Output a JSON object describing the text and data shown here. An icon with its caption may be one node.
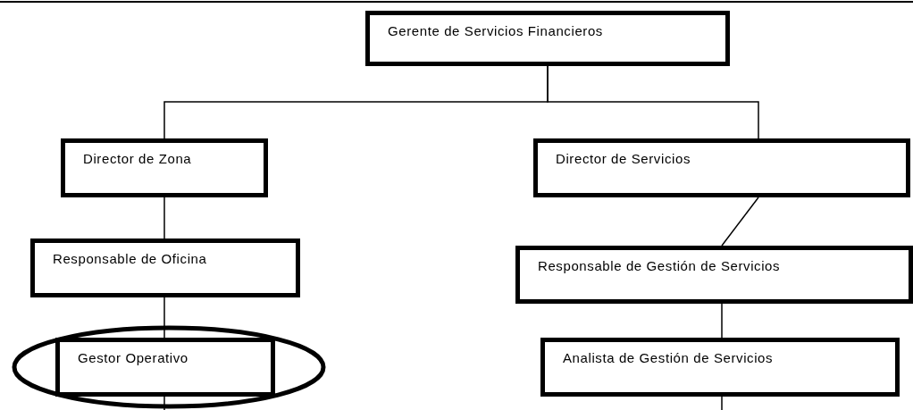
{
  "diagram": {
    "nodes": [
      {
        "text": [
          "Gerente de Servicios Financieros"
        ]
      },
      {
        "text": [
          "Director de Zona"
        ]
      },
      {
        "text": [
          "Director de Servicios"
        ]
      },
      {
        "text": [
          "Responsable de Oficina"
        ]
      },
      {
        "text": [
          "Responsable de Gestión de Servicios"
        ]
      },
      {
        "text": [
          "Gestor Operativo"
        ]
      },
      {
        "text": [
          "Analista de Gestión de Servicios"
        ]
      }
    ],
    "edges": [
      {
        "from": 0,
        "to": 1,
        "arrow": "none"
      },
      {
        "from": 0,
        "to": 2,
        "arrow": "none"
      },
      {
        "from": 1,
        "to": 3,
        "arrow": "none"
      },
      {
        "from": 2,
        "to": 4,
        "arrow": "none"
      },
      {
        "from": 3,
        "to": 5,
        "arrow": "none"
      },
      {
        "from": 4,
        "to": 6,
        "arrow": "none"
      },
      {
        "from": 5,
        "to": null,
        "arrow": "none"
      },
      {
        "from": 6,
        "to": null,
        "arrow": "none"
      }
    ]
  }
}
